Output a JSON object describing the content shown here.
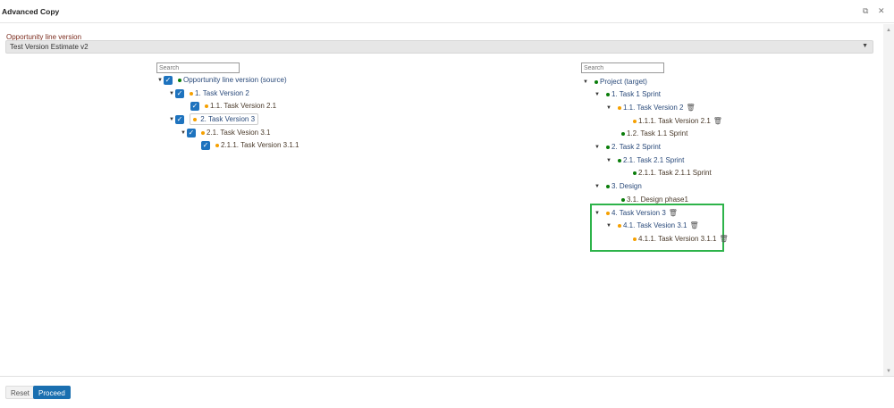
{
  "window": {
    "title": "Advanced Copy",
    "restore_icon": "restore-icon",
    "close_icon": "close-icon"
  },
  "field": {
    "label": "Opportunity line version",
    "value": "Test Version Estimate v2"
  },
  "source": {
    "search_placeholder": "Search",
    "rows": [
      "Opportunity line version (source)",
      "1. Task Version 2",
      "1.1. Task Version 2.1",
      "2. Task Version 3",
      "2.1. Task Vesion 3.1",
      "2.1.1. Task Version 3.1.1"
    ]
  },
  "target": {
    "search_placeholder": "Search",
    "rows": [
      "Project (target)",
      "1. Task 1 Sprint",
      "1.1. Task Version 2",
      "1.1.1. Task Version 2.1",
      "1.2. Task 1.1 Sprint",
      "2. Task 2 Sprint",
      "2.1. Task 2.1 Sprint",
      "2.1.1. Task 2.1.1 Sprint",
      "3. Design",
      "3.1. Design phase1",
      "4. Task Version 3",
      "4.1. Task Vesion 3.1",
      "4.1.1. Task Version 3.1.1"
    ]
  },
  "footer": {
    "reset": "Reset",
    "proceed": "Proceed"
  },
  "colors": {
    "accent": "#1a6fb0",
    "highlight": "#2db34a",
    "existing": "#0a7d0a",
    "new": "#f5a000"
  }
}
